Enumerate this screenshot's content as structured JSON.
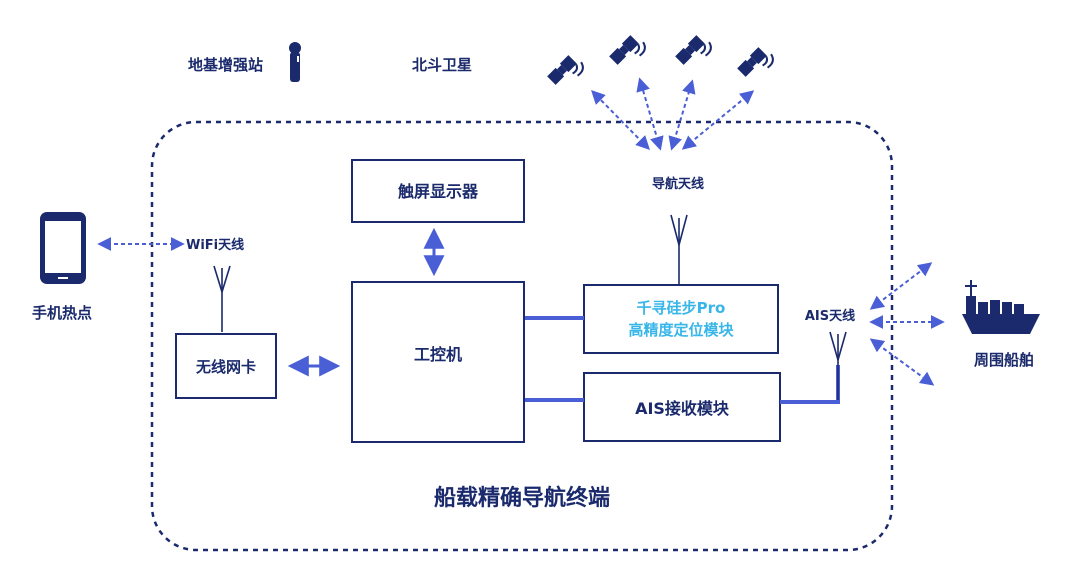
{
  "labels": {
    "ground_station": "地基增强站",
    "beidou": "北斗卫星",
    "nav_antenna": "导航天线",
    "wifi_antenna": "WiFi天线",
    "phone_hotspot": "手机热点",
    "ais_antenna": "AIS天线",
    "nearby_ships": "周围船舶",
    "terminal_title": "船载精确导航终端"
  },
  "boxes": {
    "touchscreen": "触屏显示器",
    "ipc": "工控机",
    "wireless_card": "无线网卡",
    "positioning_line1": "千寻硅步Pro",
    "positioning_line2": "高精度定位模块",
    "ais_module": "AIS接收模块"
  },
  "colors": {
    "navy": "#1a2a6c",
    "accent_blue": "#4a5ed6",
    "highlight_cyan": "#39b6e8"
  }
}
